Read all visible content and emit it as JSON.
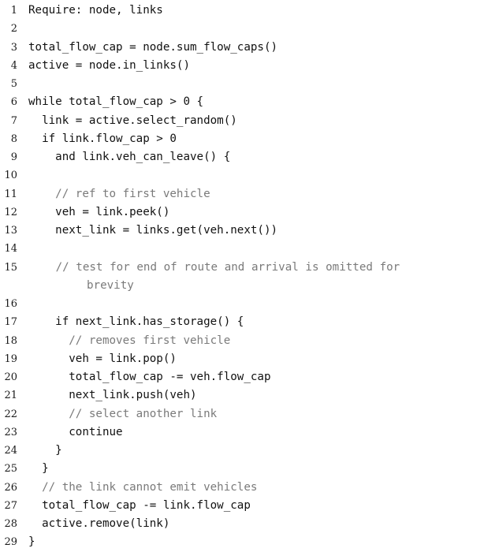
{
  "listing": {
    "lines": [
      {
        "n": "1",
        "text": "Require: node, links",
        "comment": false
      },
      {
        "n": "2",
        "text": "",
        "comment": false
      },
      {
        "n": "3",
        "text": "total_flow_cap = node.sum_flow_caps()",
        "comment": false
      },
      {
        "n": "4",
        "text": "active = node.in_links()",
        "comment": false
      },
      {
        "n": "5",
        "text": "",
        "comment": false
      },
      {
        "n": "6",
        "text": "while total_flow_cap > 0 {",
        "comment": false
      },
      {
        "n": "7",
        "text": "  link = active.select_random()",
        "comment": false
      },
      {
        "n": "8",
        "text": "  if link.flow_cap > 0",
        "comment": false
      },
      {
        "n": "9",
        "text": "    and link.veh_can_leave() {",
        "comment": false
      },
      {
        "n": "10",
        "text": "",
        "comment": false
      },
      {
        "n": "11",
        "text": "    // ref to first vehicle",
        "comment": true
      },
      {
        "n": "12",
        "text": "    veh = link.peek()",
        "comment": false
      },
      {
        "n": "13",
        "text": "    next_link = links.get(veh.next())",
        "comment": false
      },
      {
        "n": "14",
        "text": "",
        "comment": false
      },
      {
        "n": "15",
        "text": "    // test for end of route and arrival is omitted for",
        "cont": "brevity",
        "comment": true
      },
      {
        "n": "16",
        "text": "",
        "comment": false
      },
      {
        "n": "17",
        "text": "    if next_link.has_storage() {",
        "comment": false
      },
      {
        "n": "18",
        "text": "      // removes first vehicle",
        "comment": true
      },
      {
        "n": "19",
        "text": "      veh = link.pop()",
        "comment": false
      },
      {
        "n": "20",
        "text": "      total_flow_cap -= veh.flow_cap",
        "comment": false
      },
      {
        "n": "21",
        "text": "      next_link.push(veh)",
        "comment": false
      },
      {
        "n": "22",
        "text": "      // select another link",
        "comment": true
      },
      {
        "n": "23",
        "text": "      continue",
        "comment": false
      },
      {
        "n": "24",
        "text": "    }",
        "comment": false
      },
      {
        "n": "25",
        "text": "  }",
        "comment": false
      },
      {
        "n": "26",
        "text": "  // the link cannot emit vehicles",
        "comment": true
      },
      {
        "n": "27",
        "text": "  total_flow_cap -= link.flow_cap",
        "comment": false
      },
      {
        "n": "28",
        "text": "  active.remove(link)",
        "comment": false
      },
      {
        "n": "29",
        "text": "}",
        "comment": false
      }
    ]
  }
}
